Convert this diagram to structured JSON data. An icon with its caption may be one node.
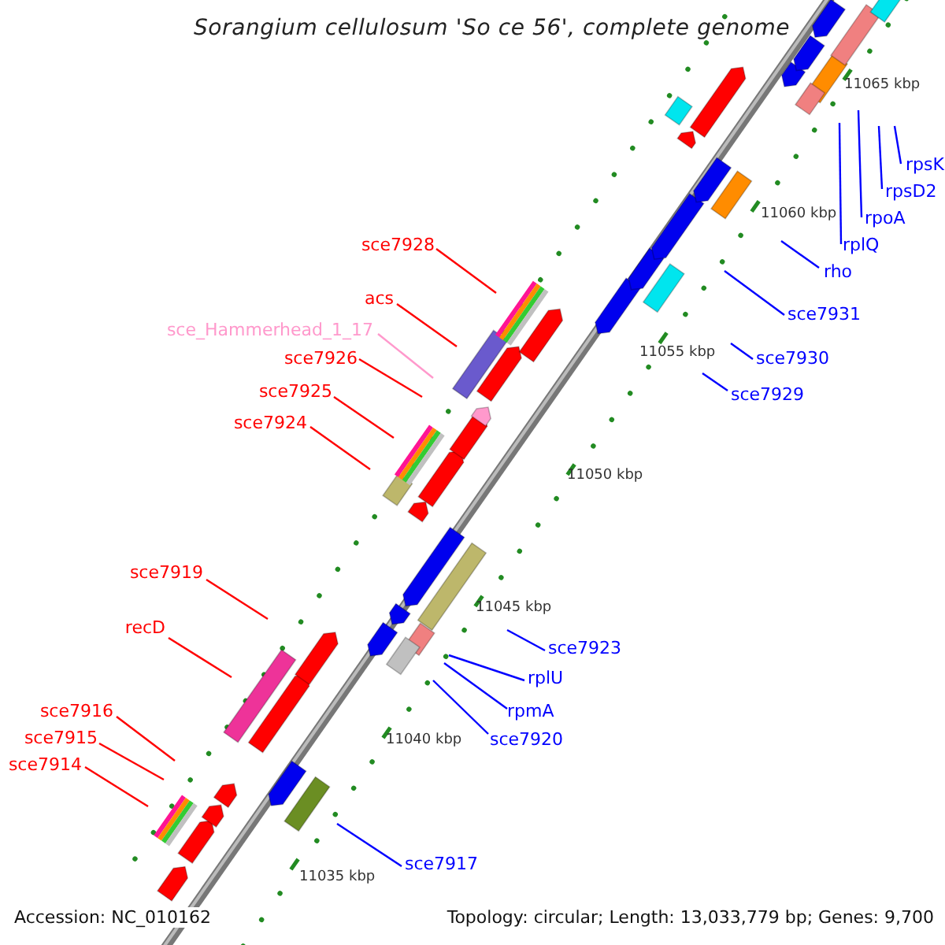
{
  "diagram": {
    "title": "Sorangium cellulosum 'So ce 56', complete genome",
    "nodes": [
      {
        "text": [
          "sce7928"
        ]
      },
      {
        "text": [
          "acs"
        ]
      },
      {
        "text": [
          "sce_Hammerhead_1_17"
        ]
      },
      {
        "text": [
          "sce7926"
        ]
      },
      {
        "text": [
          "sce7925"
        ]
      },
      {
        "text": [
          "sce7924"
        ]
      },
      {
        "text": [
          "sce7919"
        ]
      },
      {
        "text": [
          "recD"
        ]
      },
      {
        "text": [
          "sce7916"
        ]
      },
      {
        "text": [
          "sce7915"
        ]
      },
      {
        "text": [
          "sce7914"
        ]
      },
      {
        "text": [
          "rpsK"
        ]
      },
      {
        "text": [
          "rpsD2"
        ]
      },
      {
        "text": [
          "rpoA"
        ]
      },
      {
        "text": [
          "rplQ"
        ]
      },
      {
        "text": [
          "rho"
        ]
      },
      {
        "text": [
          "sce7931"
        ]
      },
      {
        "text": [
          "sce7930"
        ]
      },
      {
        "text": [
          "sce7929"
        ]
      },
      {
        "text": [
          "sce7923"
        ]
      },
      {
        "text": [
          "rplU"
        ]
      },
      {
        "text": [
          "rpmA"
        ]
      },
      {
        "text": [
          "sce7920"
        ]
      },
      {
        "text": [
          "sce7917"
        ]
      }
    ],
    "edges": [
      {
        "from": 0,
        "to": null,
        "arrow": "none",
        "color": "#ff0000"
      },
      {
        "from": 1,
        "to": null,
        "arrow": "none",
        "color": "#ff0000"
      },
      {
        "from": 2,
        "to": null,
        "arrow": "none",
        "color": "#ff99cc"
      },
      {
        "from": 3,
        "to": null,
        "arrow": "none",
        "color": "#ff0000"
      },
      {
        "from": 4,
        "to": null,
        "arrow": "none",
        "color": "#ff0000"
      },
      {
        "from": 5,
        "to": null,
        "arrow": "none",
        "color": "#ff0000"
      },
      {
        "from": 6,
        "to": null,
        "arrow": "none",
        "color": "#ff0000"
      },
      {
        "from": 7,
        "to": null,
        "arrow": "none",
        "color": "#ff0000"
      },
      {
        "from": 8,
        "to": null,
        "arrow": "none",
        "color": "#ff0000"
      },
      {
        "from": 9,
        "to": null,
        "arrow": "none",
        "color": "#ff0000"
      },
      {
        "from": 10,
        "to": null,
        "arrow": "none",
        "color": "#ff0000"
      },
      {
        "from": 11,
        "to": null,
        "arrow": "none"
      },
      {
        "from": 12,
        "to": null,
        "arrow": "none"
      },
      {
        "from": 13,
        "to": null,
        "arrow": "none"
      },
      {
        "from": 14,
        "to": null,
        "arrow": "none"
      },
      {
        "from": 15,
        "to": null,
        "arrow": "none"
      },
      {
        "from": 16,
        "to": null,
        "arrow": "none"
      },
      {
        "from": 17,
        "to": null,
        "arrow": "none"
      },
      {
        "from": 18,
        "to": null,
        "arrow": "none"
      },
      {
        "from": 19,
        "to": null,
        "arrow": "none"
      },
      {
        "from": 20,
        "to": null,
        "arrow": "none"
      },
      {
        "from": 21,
        "to": null,
        "arrow": "none"
      },
      {
        "from": 22,
        "to": null,
        "arrow": "none"
      },
      {
        "from": 23,
        "to": null,
        "arrow": "none"
      }
    ],
    "labels": [
      "11065 kbp",
      "11060 kbp",
      "11055 kbp",
      "11050 kbp",
      "11045 kbp",
      "11040 kbp",
      "11035 kbp",
      "Accession: NC_010162",
      "Topology: circular; Length: 13,033,779 bp; Genes: 9,700"
    ]
  }
}
